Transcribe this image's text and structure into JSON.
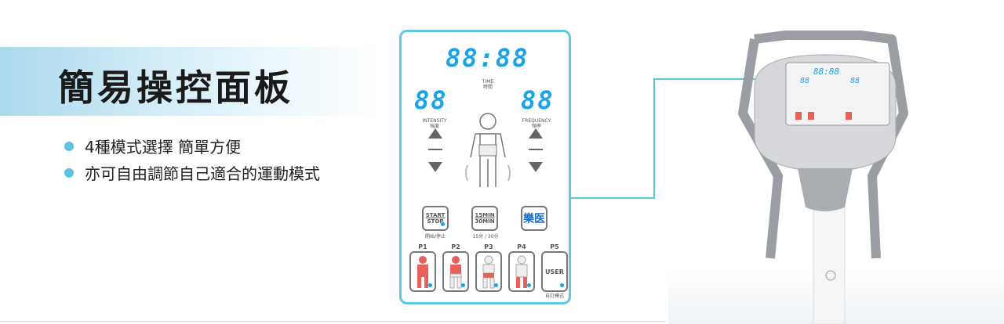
{
  "heading": "簡易操控面板",
  "bullets": [
    "4種模式選擇  簡單方便",
    "亦可自由調節自己適合的運動模式"
  ],
  "panel": {
    "time_display": "88:88",
    "time_label": "TIME",
    "time_label_zh": "時間",
    "intensity_display": "88",
    "intensity_label": "INTENSITY",
    "intensity_label_zh": "強度",
    "frequency_display": "88",
    "frequency_label": "FREQUENCY",
    "frequency_label_zh": "頻率",
    "start_label": "START",
    "stop_label": "STOP",
    "start_stop_zh": "開始/停止",
    "timer_15": "15MIN",
    "timer_30": "30MIN",
    "timer_zh": "15分 / 30分",
    "logo": "樂医",
    "programs": [
      {
        "label": "P1"
      },
      {
        "label": "P2"
      },
      {
        "label": "P3"
      },
      {
        "label": "P4"
      },
      {
        "label": "P5",
        "text": "USER",
        "sub": "自訂模式"
      }
    ]
  },
  "colors": {
    "accent": "#62c6e4",
    "display": "#1aa3e8",
    "highlight": "#e8605a"
  }
}
